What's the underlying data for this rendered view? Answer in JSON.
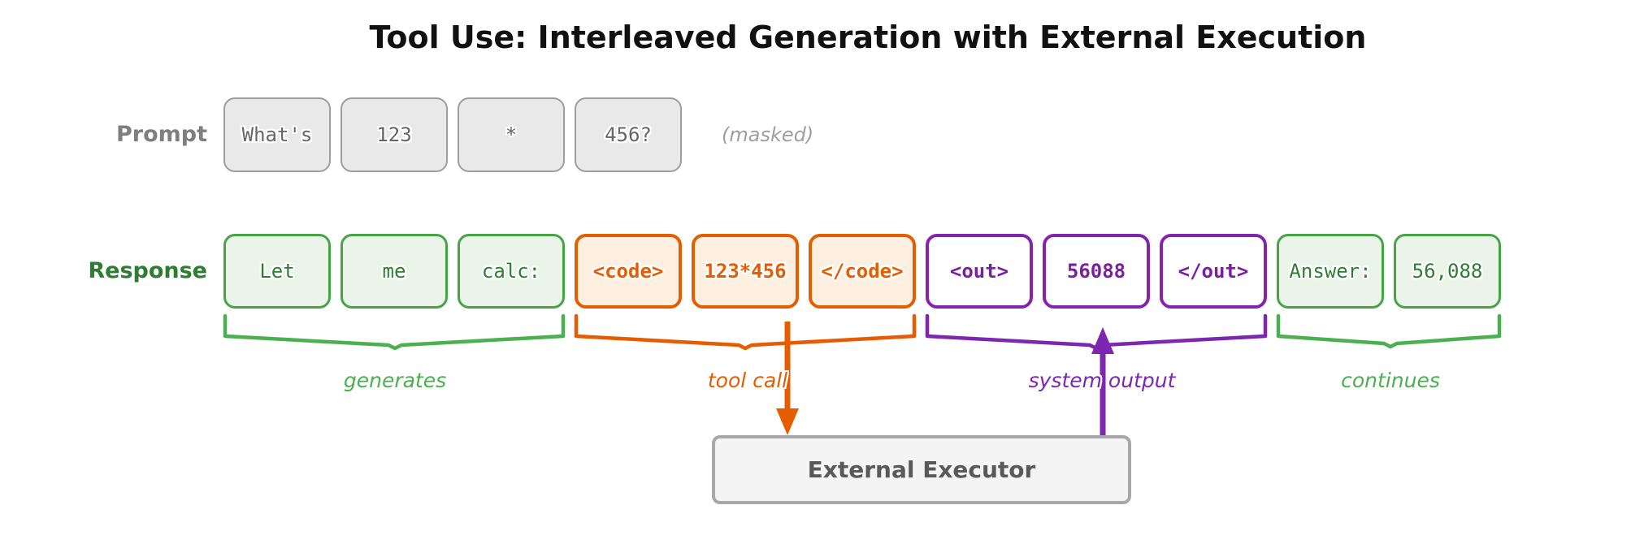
{
  "title": "Tool Use: Interleaved Generation with External Execution",
  "colors": {
    "green_border": "#46a447",
    "green_text": "#2e7d32",
    "green_bg": "#eaf4e9",
    "green_accent": "#4caf50",
    "orange": "#e65c00",
    "orange_bg": "#fdf0e1",
    "purple": "#7b1fa2",
    "purple_border": "#8324ad",
    "purple_accent": "#7d26b0",
    "gray_bg": "#e9e9e9",
    "gray_border": "#9e9e9e",
    "gray_text": "#666666",
    "gray_label": "#7f7f7f",
    "executor_bg": "#f4f4f4",
    "executor_border": "#a8a8a8",
    "executor_text": "#595959"
  },
  "prompt": {
    "label": "Prompt",
    "tokens": [
      "What's",
      "123",
      "*",
      "456?"
    ],
    "masked_note": "(masked)"
  },
  "response": {
    "label": "Response",
    "tokens": [
      {
        "text": "Let",
        "type": "generated"
      },
      {
        "text": "me",
        "type": "generated"
      },
      {
        "text": "calc:",
        "type": "generated"
      },
      {
        "text": "<code>",
        "type": "tool-call"
      },
      {
        "text": "123*456",
        "type": "tool-call"
      },
      {
        "text": "</code>",
        "type": "tool-call"
      },
      {
        "text": "<out>",
        "type": "system-output"
      },
      {
        "text": "56088",
        "type": "system-output"
      },
      {
        "text": "</out>",
        "type": "system-output"
      },
      {
        "text": "Answer:",
        "type": "generated"
      },
      {
        "text": "56,088",
        "type": "generated"
      }
    ]
  },
  "annotations": {
    "generates": "generates",
    "tool_call": "tool call",
    "system_output": "system output",
    "continues": "continues"
  },
  "executor": {
    "label": "External Executor"
  }
}
